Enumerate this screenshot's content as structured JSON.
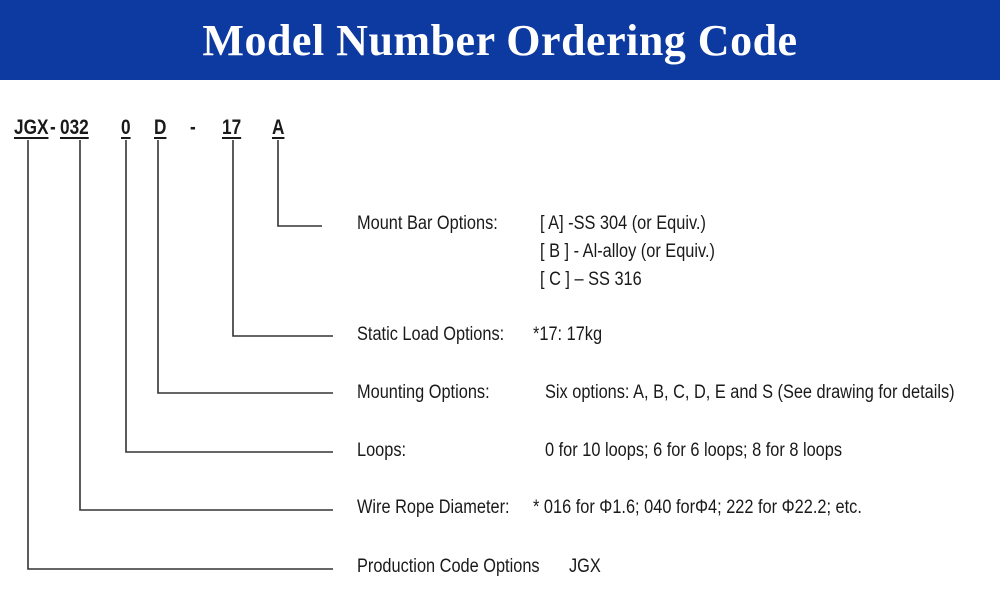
{
  "header": {
    "title": "Model Number Ordering Code"
  },
  "code": {
    "production": "JGX",
    "dash1": "-",
    "diameter": "032",
    "loops": "0",
    "mounting": "D",
    "dash2": "-",
    "load": "17",
    "mountbar": "A"
  },
  "options": {
    "mount_bar": {
      "label": "Mount Bar Options:",
      "values": [
        "[ A] -SS 304 (or Equiv.)",
        "[ B ] - Al-alloy (or Equiv.)",
        "[ C ] – SS 316"
      ]
    },
    "static_load": {
      "label": "Static Load Options:",
      "value": "*17: 17kg"
    },
    "mounting": {
      "label": "Mounting Options:",
      "value": "Six options: A, B, C, D, E and S (See drawing for details)"
    },
    "loops": {
      "label": "Loops:",
      "value": "0 for 10 loops; 6 for 6 loops; 8 for 8 loops"
    },
    "wire_rope": {
      "label": "Wire Rope Diameter:",
      "value": "* 016 for Φ1.6; 040 forΦ4; 222 for Φ22.2; etc."
    },
    "production": {
      "label": "Production Code Options",
      "value": "JGX"
    }
  },
  "colors": {
    "banner": "#0d3aa0",
    "banner_text": "#ffffff",
    "text": "#1a1a1a"
  }
}
